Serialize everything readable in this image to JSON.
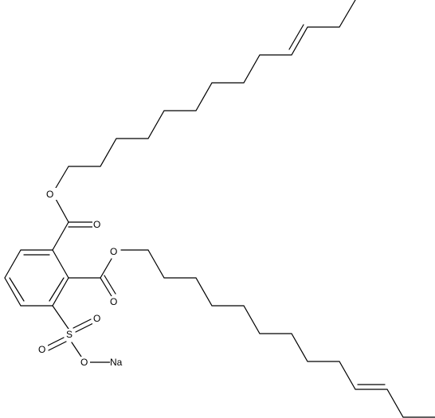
{
  "molecule": {
    "atom_labels": {
      "o_ester1_single": "O",
      "o_ester1_double": "O",
      "o_ester2_single": "O",
      "o_ester2_double": "O",
      "s": "S",
      "o_sulfonyl_1": "O",
      "o_sulfonyl_2": "O",
      "o_sulfonate": "O",
      "na": "Na"
    },
    "bond_color": "#000000",
    "background": "#ffffff"
  }
}
